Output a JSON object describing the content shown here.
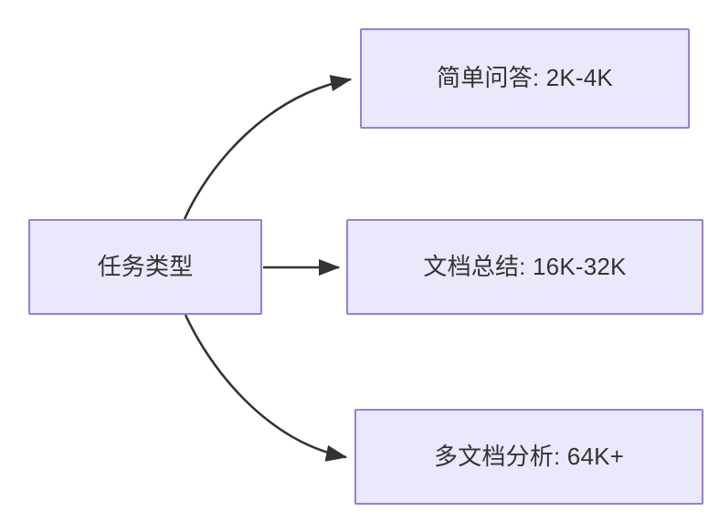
{
  "diagram": {
    "type": "flowchart",
    "direction": "left-to-right",
    "background_color": "#ffffff",
    "node_fill_color": "#eae8fb",
    "node_border_color": "#9a7ddc",
    "node_text_color": "#333333",
    "edge_color": "#333333",
    "nodes": [
      {
        "id": "root",
        "label": "任务类型"
      },
      {
        "id": "simple_qa",
        "label": "简单问答: 2K-4K"
      },
      {
        "id": "doc_summary",
        "label": "文档总结: 16K-32K"
      },
      {
        "id": "multi_doc",
        "label": "多文档分析: 64K+"
      }
    ],
    "edges": [
      {
        "from": "root",
        "to": "simple_qa",
        "label": "",
        "style": "curved-arrow"
      },
      {
        "from": "root",
        "to": "doc_summary",
        "label": "",
        "style": "straight-arrow"
      },
      {
        "from": "root",
        "to": "multi_doc",
        "label": "",
        "style": "curved-arrow"
      }
    ]
  }
}
